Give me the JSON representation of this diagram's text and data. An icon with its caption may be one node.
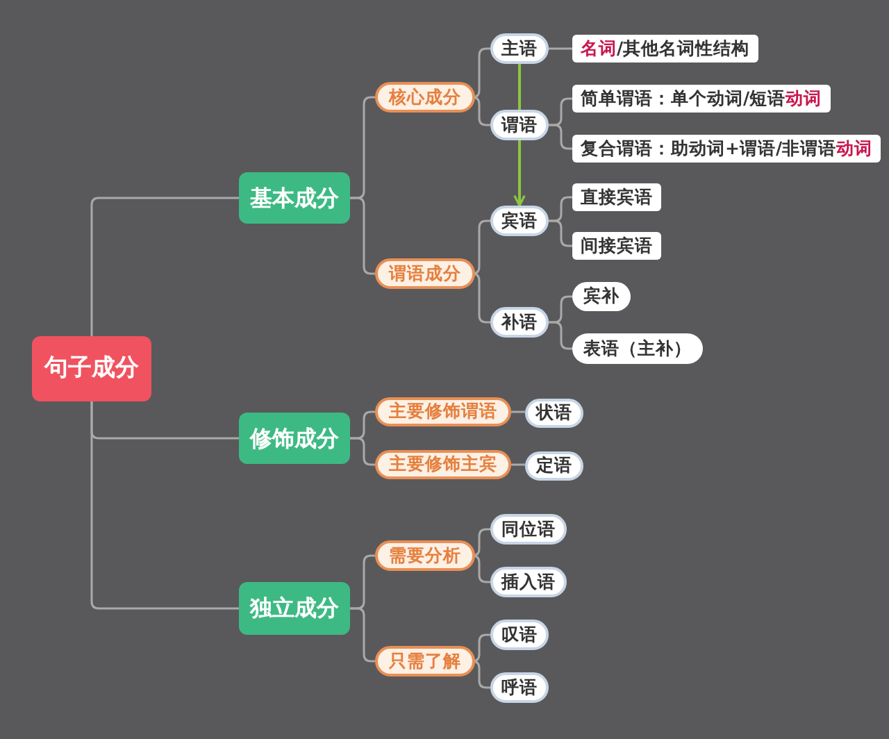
{
  "diagram": {
    "nodes": [
      {
        "text": [
          "句子成分"
        ]
      },
      {
        "text": [
          "基本成分"
        ]
      },
      {
        "text": [
          "核心成分"
        ]
      },
      {
        "text": [
          "主语"
        ]
      },
      {
        "text": [
          "**名词**/其他名词性结构"
        ]
      },
      {
        "text": [
          "谓语"
        ]
      },
      {
        "text": [
          "简单谓语：单个动词/短语**动词**"
        ]
      },
      {
        "text": [
          "复合谓语：助动词+谓语/非谓语**动词**"
        ]
      },
      {
        "text": [
          "谓语成分"
        ]
      },
      {
        "text": [
          "宾语"
        ]
      },
      {
        "text": [
          "直接宾语"
        ]
      },
      {
        "text": [
          "间接宾语"
        ]
      },
      {
        "text": [
          "补语"
        ]
      },
      {
        "text": [
          "宾补"
        ]
      },
      {
        "text": [
          "表语（主补）"
        ]
      },
      {
        "text": [
          "修饰成分"
        ]
      },
      {
        "text": [
          "主要修饰谓语"
        ]
      },
      {
        "text": [
          "状语"
        ]
      },
      {
        "text": [
          "主要修饰主宾"
        ]
      },
      {
        "text": [
          "定语"
        ]
      },
      {
        "text": [
          "独立成分"
        ]
      },
      {
        "text": [
          "需要分析"
        ]
      },
      {
        "text": [
          "同位语"
        ]
      },
      {
        "text": [
          "插入语"
        ]
      },
      {
        "text": [
          "只需了解"
        ]
      },
      {
        "text": [
          "叹语"
        ]
      },
      {
        "text": [
          "呼语"
        ]
      }
    ],
    "edges": [
      {
        "from": 0,
        "to": 1,
        "arrow": "none"
      },
      {
        "from": 0,
        "to": 15,
        "arrow": "none"
      },
      {
        "from": 0,
        "to": 20,
        "arrow": "none"
      },
      {
        "from": 1,
        "to": 2,
        "arrow": "none"
      },
      {
        "from": 1,
        "to": 8,
        "arrow": "none"
      },
      {
        "from": 2,
        "to": 3,
        "arrow": "none"
      },
      {
        "from": 2,
        "to": 5,
        "arrow": "none"
      },
      {
        "from": 3,
        "to": 4,
        "arrow": "none"
      },
      {
        "from": 5,
        "to": 6,
        "arrow": "none"
      },
      {
        "from": 5,
        "to": 7,
        "arrow": "none"
      },
      {
        "from": 8,
        "to": 9,
        "arrow": "none"
      },
      {
        "from": 8,
        "to": 12,
        "arrow": "none"
      },
      {
        "from": 9,
        "to": 10,
        "arrow": "none"
      },
      {
        "from": 9,
        "to": 11,
        "arrow": "none"
      },
      {
        "from": 12,
        "to": 13,
        "arrow": "none"
      },
      {
        "from": 12,
        "to": 14,
        "arrow": "none"
      },
      {
        "from": 15,
        "to": 16,
        "arrow": "none"
      },
      {
        "from": 15,
        "to": 18,
        "arrow": "none"
      },
      {
        "from": 16,
        "to": 17,
        "arrow": "none"
      },
      {
        "from": 18,
        "to": 19,
        "arrow": "none"
      },
      {
        "from": 20,
        "to": 21,
        "arrow": "none"
      },
      {
        "from": 20,
        "to": 24,
        "arrow": "none"
      },
      {
        "from": 21,
        "to": 22,
        "arrow": "none"
      },
      {
        "from": 21,
        "to": 23,
        "arrow": "none"
      },
      {
        "from": 24,
        "to": 25,
        "arrow": "none"
      },
      {
        "from": 24,
        "to": 26,
        "arrow": "none"
      },
      {
        "from": 3,
        "to": 5,
        "arrow": "none",
        "color": "#8cc63f"
      },
      {
        "from": 5,
        "to": 9,
        "arrow": "to",
        "color": "#8cc63f"
      }
    ]
  }
}
